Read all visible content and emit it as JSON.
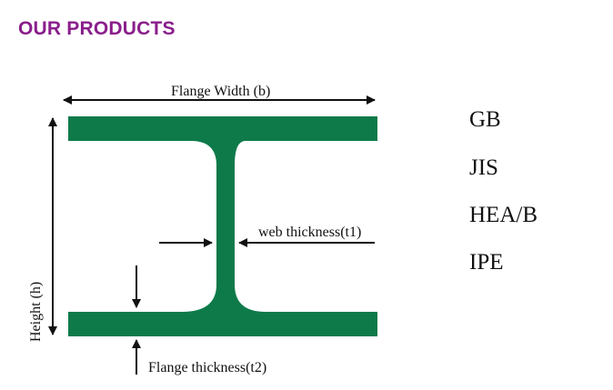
{
  "heading": "OUR PRODUCTS",
  "diagram": {
    "flange_width_label": "Flange Width (b)",
    "height_label": "Height (h)",
    "web_thickness_label": "web thickness(t1)",
    "flange_thickness_label": "Flange thickness(t2)"
  },
  "standards": [
    "GB",
    "JIS",
    "HEA/B",
    "IPE"
  ],
  "colors": {
    "heading": "#8a1e8c",
    "beam": "#0e7a4a",
    "arrows": "#111111"
  }
}
